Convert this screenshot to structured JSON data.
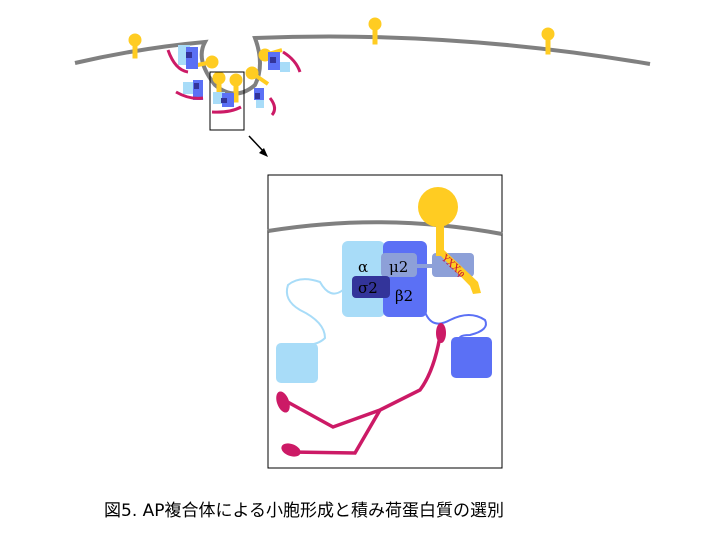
{
  "caption": "図5. AP複合体による小胞形成と積み荷蛋白質の選別",
  "labels": {
    "alpha": "α",
    "mu2": "μ2",
    "sigma2": "σ2",
    "beta2": "β2",
    "motif": "YXXφ"
  },
  "colors": {
    "membrane": "#808080",
    "receptor": "#ffcc22",
    "alpha": "#a8dcf8",
    "beta2": "#5b70f5",
    "mu2": "#8da0d8",
    "sigma2": "#33349a",
    "clathrin": "#cc1a66",
    "motif": "#cc1133"
  }
}
